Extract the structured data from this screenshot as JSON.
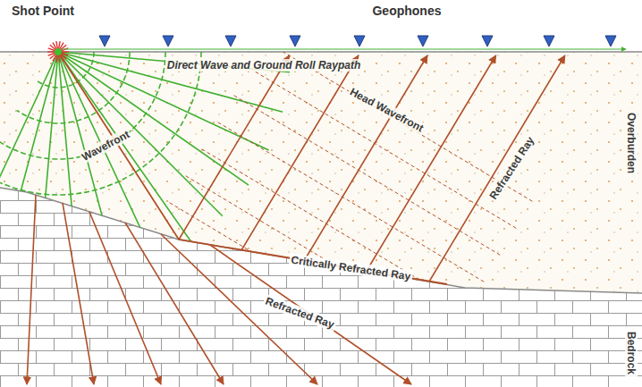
{
  "diagram": {
    "labels": [
      "Shot Point",
      "Geophones",
      "Direct Wave and Ground Roll Raypath",
      "Wavefront",
      "Head Wavefront",
      "Refracted Ray",
      "Critically Refracted Ray",
      "Refracted Ray",
      "Overburden",
      "Bedrock"
    ]
  }
}
